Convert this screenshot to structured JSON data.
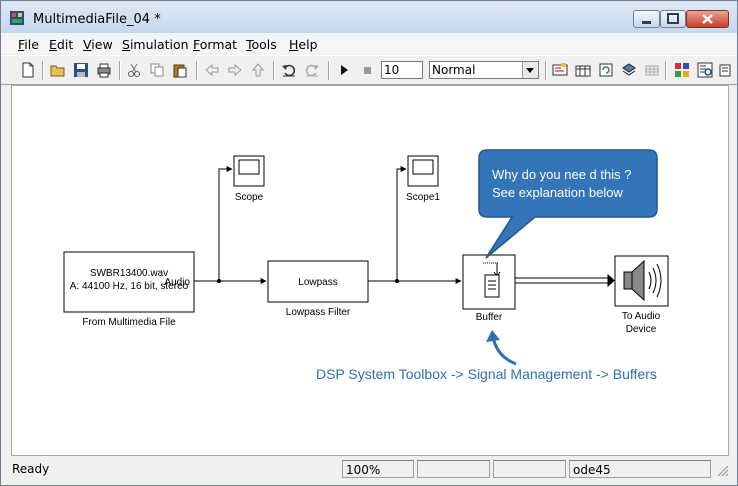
{
  "window": {
    "title": "MultimediaFile_04 *"
  },
  "menu": [
    "File",
    "Edit",
    "View",
    "Simulation",
    "Format",
    "Tools",
    "Help"
  ],
  "toolbar": {
    "stop_time": "10",
    "sim_mode": "Normal"
  },
  "blocks": {
    "source": {
      "line1": "SWBR13400.wav",
      "line2": "A: 44100 Hz, 16 bit, stereo",
      "port": "Audio",
      "name": "From Multimedia File"
    },
    "scope": {
      "name": "Scope"
    },
    "scope1": {
      "name": "Scope1"
    },
    "lowpass": {
      "text": "Lowpass",
      "name": "Lowpass Filter"
    },
    "buffer": {
      "name": "Buffer"
    },
    "audio_out": {
      "name_line1": "To Audio",
      "name_line2": "Device"
    }
  },
  "annotation": {
    "line1": "Why  do you nee d this ?",
    "line2": "See explanation below"
  },
  "note": "DSP System Toolbox -> Signal Management -> Buffers",
  "status": {
    "ready": "Ready",
    "zoom": "100%",
    "empty1": "",
    "empty2": "",
    "solver": "ode45"
  },
  "colors": {
    "callout": "#3474b8",
    "note": "#2f6fb0"
  }
}
